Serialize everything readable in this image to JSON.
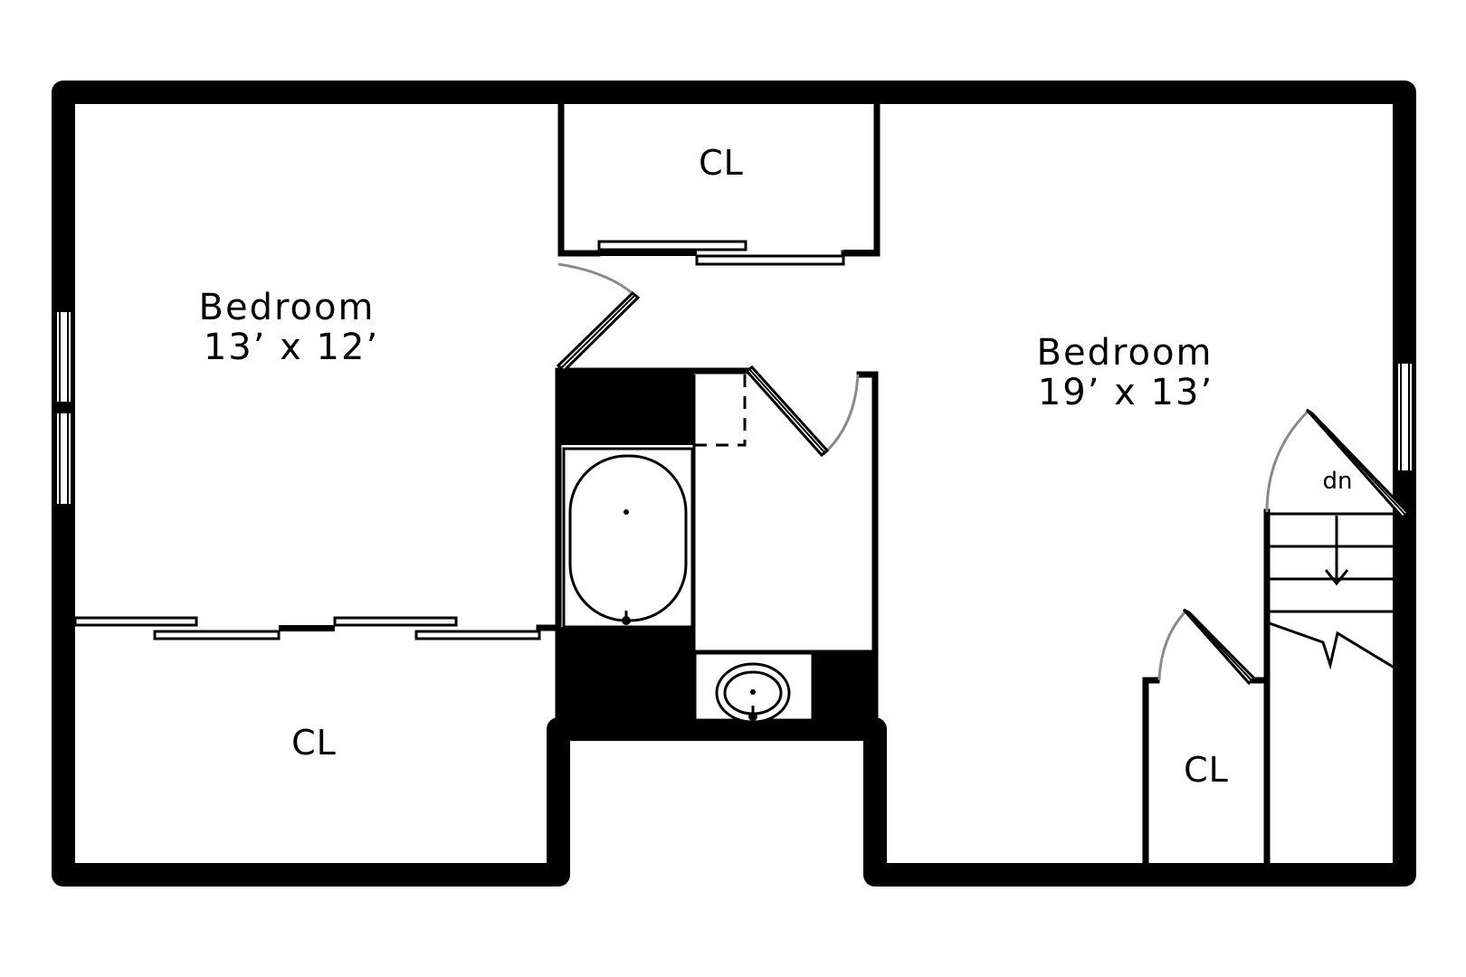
{
  "labels": {
    "bedroom_left_name": "Bedroom",
    "bedroom_left_size": "13’ x 12’",
    "bedroom_right_name": "Bedroom",
    "bedroom_right_size": "19’ x 13’",
    "closet_top": "CL",
    "closet_left": "CL",
    "closet_right": "CL",
    "stairs": "dn"
  },
  "colors": {
    "wall": "#000000",
    "background": "#ffffff",
    "door_swing": "#8a8a8a"
  }
}
